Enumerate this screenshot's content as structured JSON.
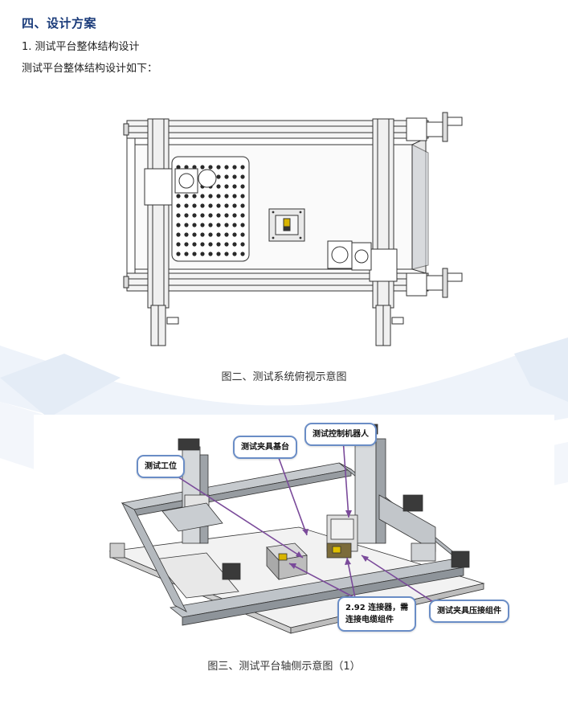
{
  "section_heading": "四、设计方案",
  "subsection_heading": "1. 测试平台整体结构设计",
  "intro_text": "测试平台整体结构设计如下：",
  "figure2": {
    "caption": "图二、测试系统俯视示意图"
  },
  "figure3": {
    "caption": "图三、测试平台轴侧示意图（1）",
    "callouts": {
      "station": "测试工位",
      "fixture_base": "测试夹具基台",
      "robot": "测试控制机器人",
      "connector_line1": "2.92 连接器，需",
      "connector_line2": "连接电缆组件",
      "press": "测试夹具压接组件"
    }
  },
  "colors": {
    "heading": "#1a3b7a",
    "callout_border": "#6a8dc6",
    "arrow": "#7a4a9a",
    "wave": "#dbe6f3"
  }
}
